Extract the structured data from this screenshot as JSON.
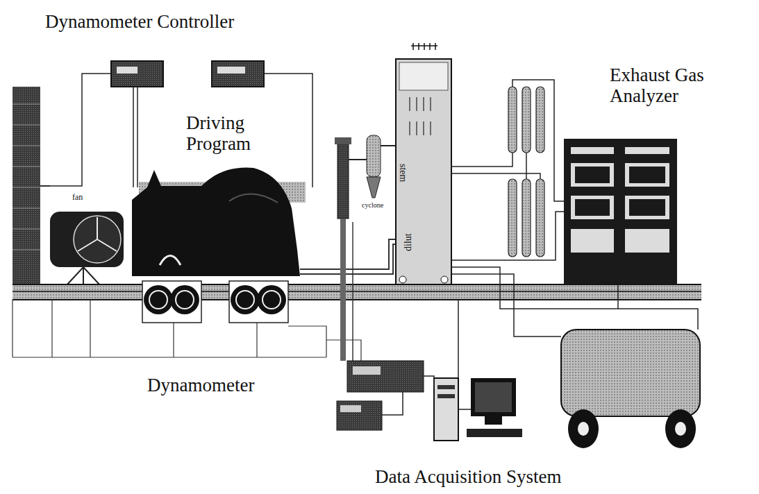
{
  "diagram": {
    "labels": [
      "Dynamometer Controller",
      "Driving Program",
      "Exhaust Gas Analyzer",
      "fan",
      "cyclone",
      "stem",
      "dilut",
      "Dynamometer",
      "Data Acquisition System"
    ]
  }
}
